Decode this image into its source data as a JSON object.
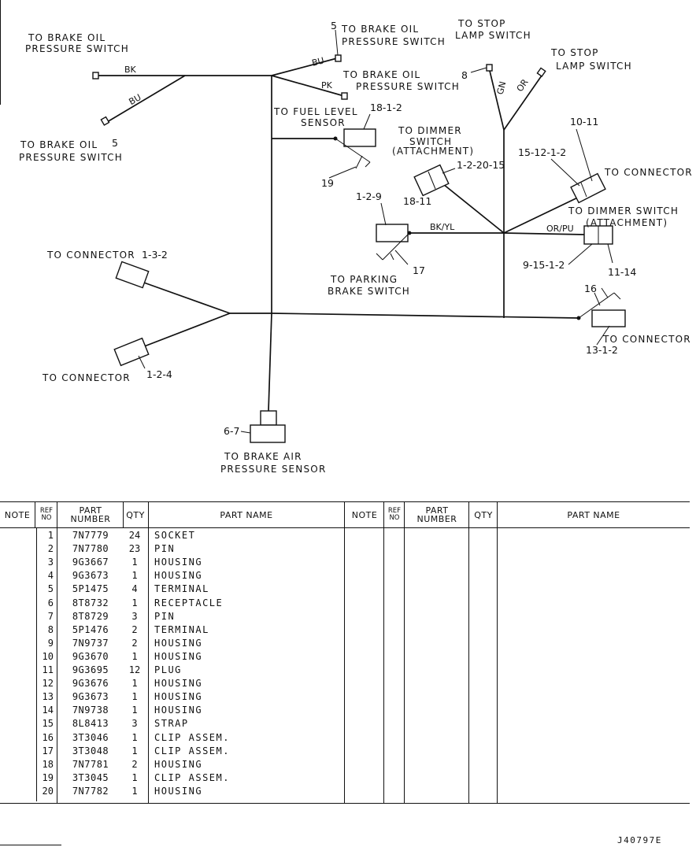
{
  "labels": {
    "brake_oil_tl": [
      "TO BRAKE OIL",
      "PRESSURE SWITCH"
    ],
    "brake_oil_top": [
      "TO BRAKE OIL",
      "PRESSURE SWITCH"
    ],
    "stop_lamp_top": [
      "TO STOP",
      "LAMP SWITCH"
    ],
    "stop_lamp_right": [
      "TO STOP",
      "LAMP SWITCH"
    ],
    "brake_oil_mid": [
      "TO BRAKE OIL",
      "PRESSURE SWITCH"
    ],
    "fuel_level": [
      "TO FUEL LEVEL",
      "SENSOR"
    ],
    "brake_oil_left": [
      "TO BRAKE OIL",
      "PRESSURE SWITCH"
    ],
    "dimmer_attach_1": [
      "TO DIMMER",
      "SWITCH",
      "(ATTACHMENT)"
    ],
    "to_connector_right": "TO CONNECTOR",
    "dimmer_attach_2": [
      "TO DIMMER SWITCH",
      "(ATTACHMENT)"
    ],
    "to_connector_left_top": "TO CONNECTOR",
    "parking_brake": [
      "TO PARKING",
      "BRAKE SWITCH"
    ],
    "to_connector_bottom_right": "TO CONNECTOR",
    "to_connector_left_bottom": "TO CONNECTOR",
    "brake_air": [
      "TO BRAKE AIR",
      "PRESSURE SENSOR"
    ]
  },
  "wires": {
    "bk": "BK",
    "bu1": "BU",
    "bu2": "BU",
    "pk": "PK",
    "gn": "GN",
    "or": "OR",
    "bkyl": "BK/YL",
    "orpu": "OR/PU"
  },
  "callouts": {
    "c5a": "5",
    "c5b": "5",
    "c8": "8",
    "c18_1_2": "18-1-2",
    "c19": "19",
    "c1_2_20_15": "1-2-20-15",
    "c18_11": "18-11",
    "c10_11": "10-11",
    "c15_12_1_2": "15-12-1-2",
    "c1_2_9": "1-2-9",
    "c17": "17",
    "c9_15_1_2": "9-15-1-2",
    "c11_14": "11-14",
    "c1_3_2": "1-3-2",
    "c16": "16",
    "c13_1_2": "13-1-2",
    "c1_2_4": "1-2-4",
    "c6_7": "6-7"
  },
  "table": {
    "headers": {
      "note": "NOTE",
      "ref": "REF NO",
      "part_number": "PART NUMBER",
      "qty": "QTY",
      "part_name": "PART NAME"
    },
    "rows": [
      {
        "ref": "1",
        "pn": "7N7779",
        "qty": "24",
        "name": "SOCKET"
      },
      {
        "ref": "2",
        "pn": "7N7780",
        "qty": "23",
        "name": "PIN"
      },
      {
        "ref": "3",
        "pn": "9G3667",
        "qty": "1",
        "name": "HOUSING"
      },
      {
        "ref": "4",
        "pn": "9G3673",
        "qty": "1",
        "name": "HOUSING"
      },
      {
        "ref": "5",
        "pn": "5P1475",
        "qty": "4",
        "name": "TERMINAL"
      },
      {
        "ref": "6",
        "pn": "8T8732",
        "qty": "1",
        "name": "RECEPTACLE"
      },
      {
        "ref": "7",
        "pn": "8T8729",
        "qty": "3",
        "name": "PIN"
      },
      {
        "ref": "8",
        "pn": "5P1476",
        "qty": "2",
        "name": "TERMINAL"
      },
      {
        "ref": "9",
        "pn": "7N9737",
        "qty": "2",
        "name": "HOUSING"
      },
      {
        "ref": "10",
        "pn": "9G3670",
        "qty": "1",
        "name": "HOUSING"
      },
      {
        "ref": "11",
        "pn": "9G3695",
        "qty": "12",
        "name": "PLUG"
      },
      {
        "ref": "12",
        "pn": "9G3676",
        "qty": "1",
        "name": "HOUSING"
      },
      {
        "ref": "13",
        "pn": "9G3673",
        "qty": "1",
        "name": "HOUSING"
      },
      {
        "ref": "14",
        "pn": "7N9738",
        "qty": "1",
        "name": "HOUSING"
      },
      {
        "ref": "15",
        "pn": "8L8413",
        "qty": "3",
        "name": "STRAP"
      },
      {
        "ref": "16",
        "pn": "3T3046",
        "qty": "1",
        "name": "CLIP ASSEM."
      },
      {
        "ref": "17",
        "pn": "3T3048",
        "qty": "1",
        "name": "CLIP ASSEM."
      },
      {
        "ref": "18",
        "pn": "7N7781",
        "qty": "2",
        "name": "HOUSING"
      },
      {
        "ref": "19",
        "pn": "3T3045",
        "qty": "1",
        "name": "CLIP ASSEM."
      },
      {
        "ref": "20",
        "pn": "7N7782",
        "qty": "1",
        "name": "HOUSING"
      }
    ]
  },
  "drawing_number": "J40797E"
}
